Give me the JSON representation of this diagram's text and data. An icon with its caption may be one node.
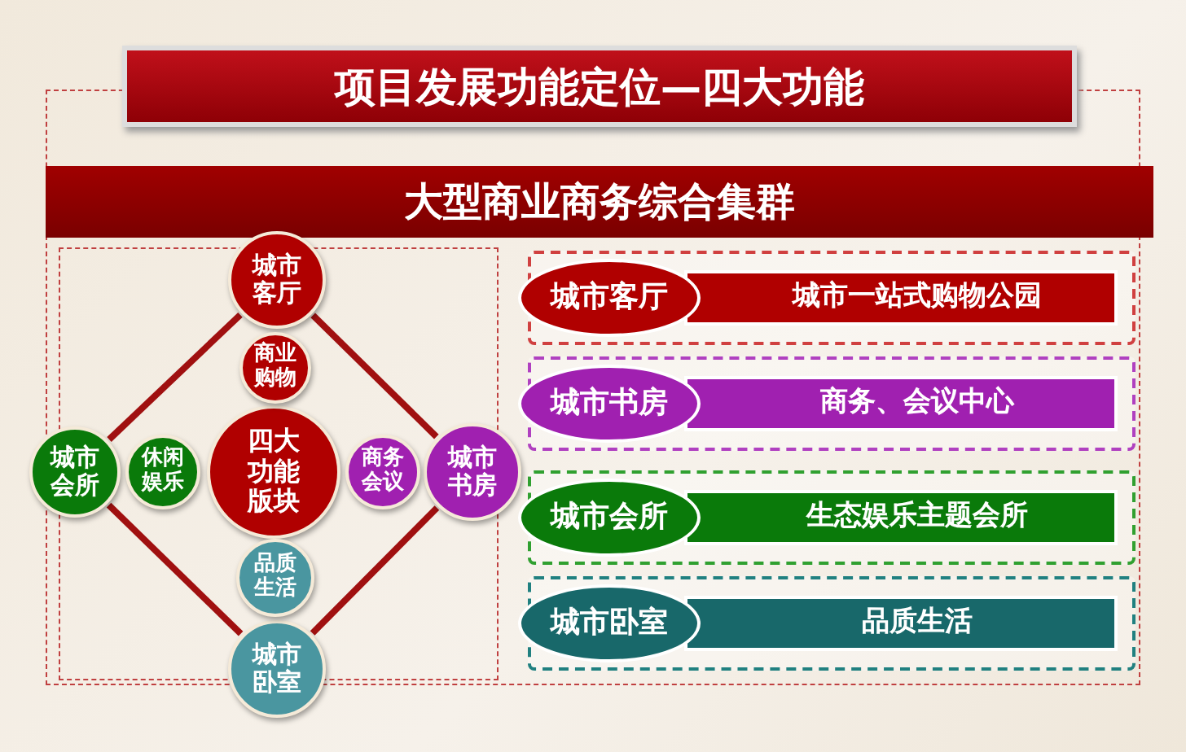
{
  "diagram": {
    "title": "项目发展功能定位—四大功能",
    "nodes": [
      {
        "text": [
          "城市客厅"
        ]
      },
      {
        "text": [
          "城市会所"
        ]
      },
      {
        "text": [
          "城市书房"
        ]
      },
      {
        "text": [
          "城市卧室"
        ]
      },
      {
        "text": [
          "四大功能版块"
        ]
      },
      {
        "text": [
          "商业购物"
        ]
      },
      {
        "text": [
          "休闲娱乐"
        ]
      },
      {
        "text": [
          "商务会议"
        ]
      },
      {
        "text": [
          "品质生活"
        ]
      },
      {
        "text": [
          "城市客厅"
        ]
      },
      {
        "text": [
          "城市一站式购物公园"
        ]
      },
      {
        "text": [
          "城市书房"
        ]
      },
      {
        "text": [
          "商务、会议中心"
        ]
      },
      {
        "text": [
          "城市会所"
        ]
      },
      {
        "text": [
          "生态娱乐主题会所"
        ]
      },
      {
        "text": [
          "城市卧室"
        ]
      },
      {
        "text": [
          "品质生活"
        ]
      }
    ],
    "edges": [
      {
        "from": 0,
        "to": 1,
        "arrow": "none"
      },
      {
        "from": 0,
        "to": 2,
        "arrow": "none"
      },
      {
        "from": 1,
        "to": 3,
        "arrow": "none"
      },
      {
        "from": 2,
        "to": 3,
        "arrow": "none"
      }
    ],
    "labels": [
      "大型商业商务综合集群"
    ]
  }
}
